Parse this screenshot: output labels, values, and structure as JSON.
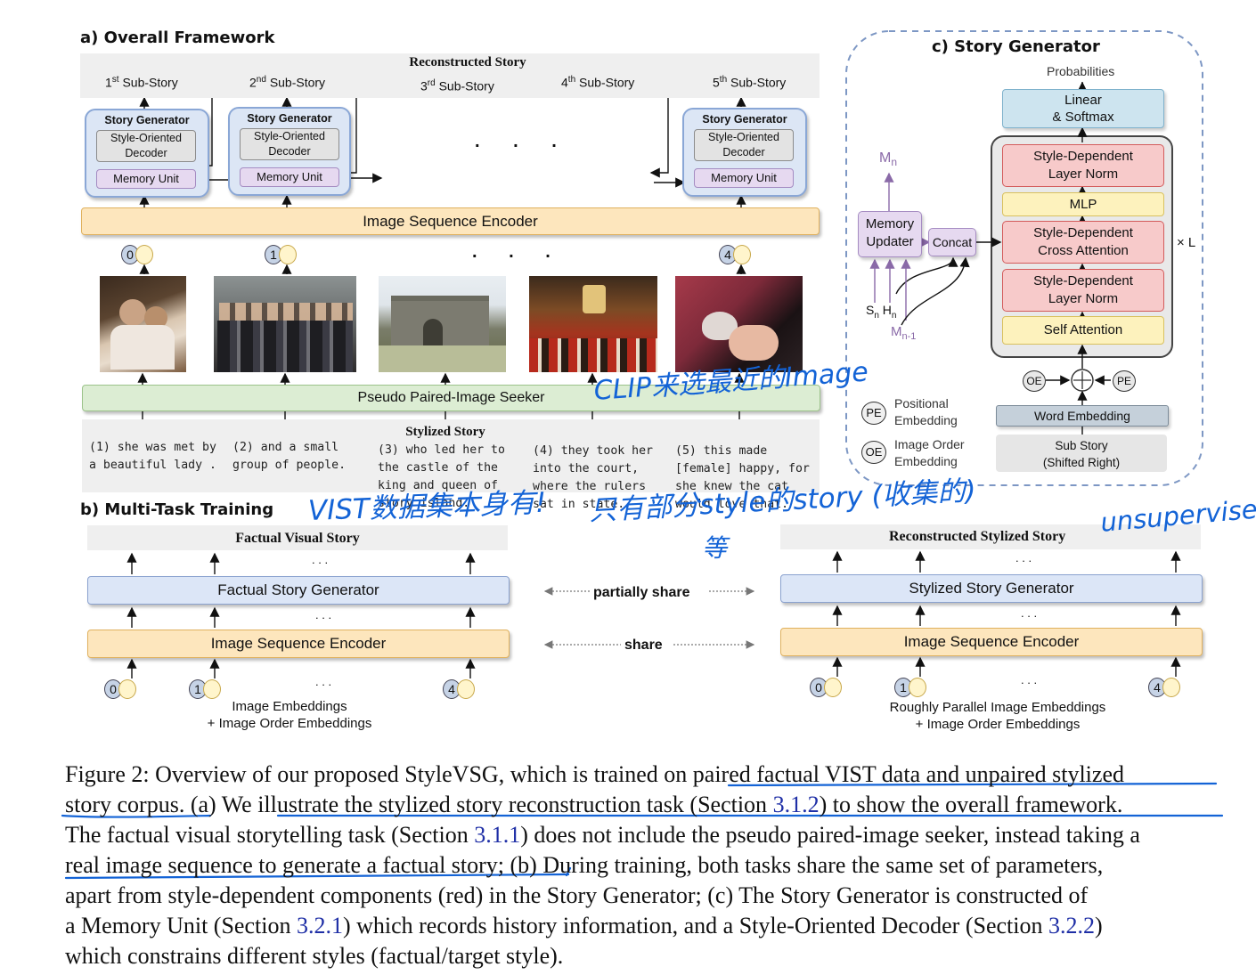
{
  "section_a": {
    "title": "a) Overall Framework",
    "reconstructed_story": "Reconstructed Story",
    "substories": [
      {
        "num": "1",
        "sup": "st",
        "label": "Sub-Story"
      },
      {
        "num": "2",
        "sup": "nd",
        "label": "Sub-Story"
      },
      {
        "num": "3",
        "sup": "rd",
        "label": "Sub-Story"
      },
      {
        "num": "4",
        "sup": "th",
        "label": "Sub-Story"
      },
      {
        "num": "5",
        "sup": "th",
        "label": "Sub-Story"
      }
    ],
    "story_generator_label": "Story Generator",
    "decoder_label_1": "Style-Oriented",
    "decoder_label_2": "Decoder",
    "memory_unit_label": "Memory Unit",
    "dots": ". . .",
    "image_sequence_encoder": "Image Sequence Encoder",
    "image_indices": [
      "0",
      "1",
      "4"
    ],
    "pseudo_seeker": "Pseudo Paired-Image Seeker",
    "stylized_story_title": "Stylized Story",
    "stylized_sentences": [
      "(1) she was met by a beautiful lady .",
      "(2) and a small group of people.",
      "(3) who led her to the castle of the king and queen of story island.",
      "(4) they took her into the court, where the rulers sat in state.",
      "(5) this made [female] happy, for she knew the cat would love that."
    ]
  },
  "section_b": {
    "title": "b) Multi-Task Training",
    "left": {
      "top": "Factual Visual Story",
      "generator": "Factual Story Generator",
      "encoder": "Image Sequence Encoder",
      "emb_line1": "Image Embeddings",
      "emb_line2": "+ Image Order Embeddings",
      "indices": [
        "0",
        "1",
        "4"
      ],
      "dots": ". . ."
    },
    "right": {
      "top": "Reconstructed Stylized Story",
      "generator": "Stylized Story Generator",
      "encoder": "Image Sequence Encoder",
      "emb_line1": "Roughly Parallel Image Embeddings",
      "emb_line2": "+ Image Order Embeddings",
      "indices": [
        "0",
        "1",
        "4"
      ],
      "dots": ". . ."
    },
    "partially_share": "partially share",
    "share": "share"
  },
  "section_c": {
    "title": "c) Story Generator",
    "probabilities": "Probabilities",
    "linear_1": "Linear",
    "linear_2": "& Softmax",
    "sd_layer_norm_1": "Style-Dependent",
    "sd_layer_norm_2": "Layer Norm",
    "mlp": "MLP",
    "sd_cross_1": "Style-Dependent",
    "sd_cross_2": "Cross Attention",
    "sd_layer_norm_b1": "Style-Dependent",
    "sd_layer_norm_b2": "Layer Norm",
    "self_attention": "Self Attention",
    "times_l": "× L",
    "oe": "OE",
    "pe": "PE",
    "word_embedding": "Word Embedding",
    "sub_story_1": "Sub Story",
    "sub_story_2": "(Shifted Right)",
    "memory_updater_1": "Memory",
    "memory_updater_2": "Updater",
    "concat": "Concat",
    "m_n": "M",
    "m_n_sub": "n",
    "m_n1": "M",
    "m_n1_sub": "n-1",
    "s_n": "S",
    "h_n": "H",
    "sub_n": "n",
    "legend_pe_1": "Positional",
    "legend_pe_2": "Embedding",
    "legend_oe_1": "Image Order",
    "legend_oe_2": "Embedding"
  },
  "handwriting": {
    "clip_note": "CLIP来选最近的Image",
    "vist_note": "VIST数据集本身有!",
    "partial_note": "只有部分style的story (收集的)",
    "partial_note_2": "等",
    "unsupervised": "unsupervised"
  },
  "caption": {
    "p1": "Figure 2: Overview of our proposed StyleVSG, which is trained on paired factual VIST data and unpaired stylized",
    "p2a": "story corpus. (a) We illustrate the stylized story reconstruction task (Section ",
    "ref1": "3.1.2",
    "p2b": ") to show the overall framework.",
    "p3a": "The factual visual storytelling task (Section ",
    "ref2": "3.1.1",
    "p3b": ") does not include the pseudo paired-image seeker, instead taking a",
    "p4": "real image sequence to generate a factual story; (b) During training, both tasks share the same set of parameters,",
    "p5": "apart from style-dependent components (red) in the Story Generator; (c) The Story Generator is constructed of",
    "p6a": "a Memory Unit (Section ",
    "ref3": "3.2.1",
    "p6b": ") which records history information, and a Style-Oriented Decoder (Section ",
    "ref4": "3.2.2",
    "p6c": ")",
    "p7": "which constrains different styles (factual/target style)."
  }
}
